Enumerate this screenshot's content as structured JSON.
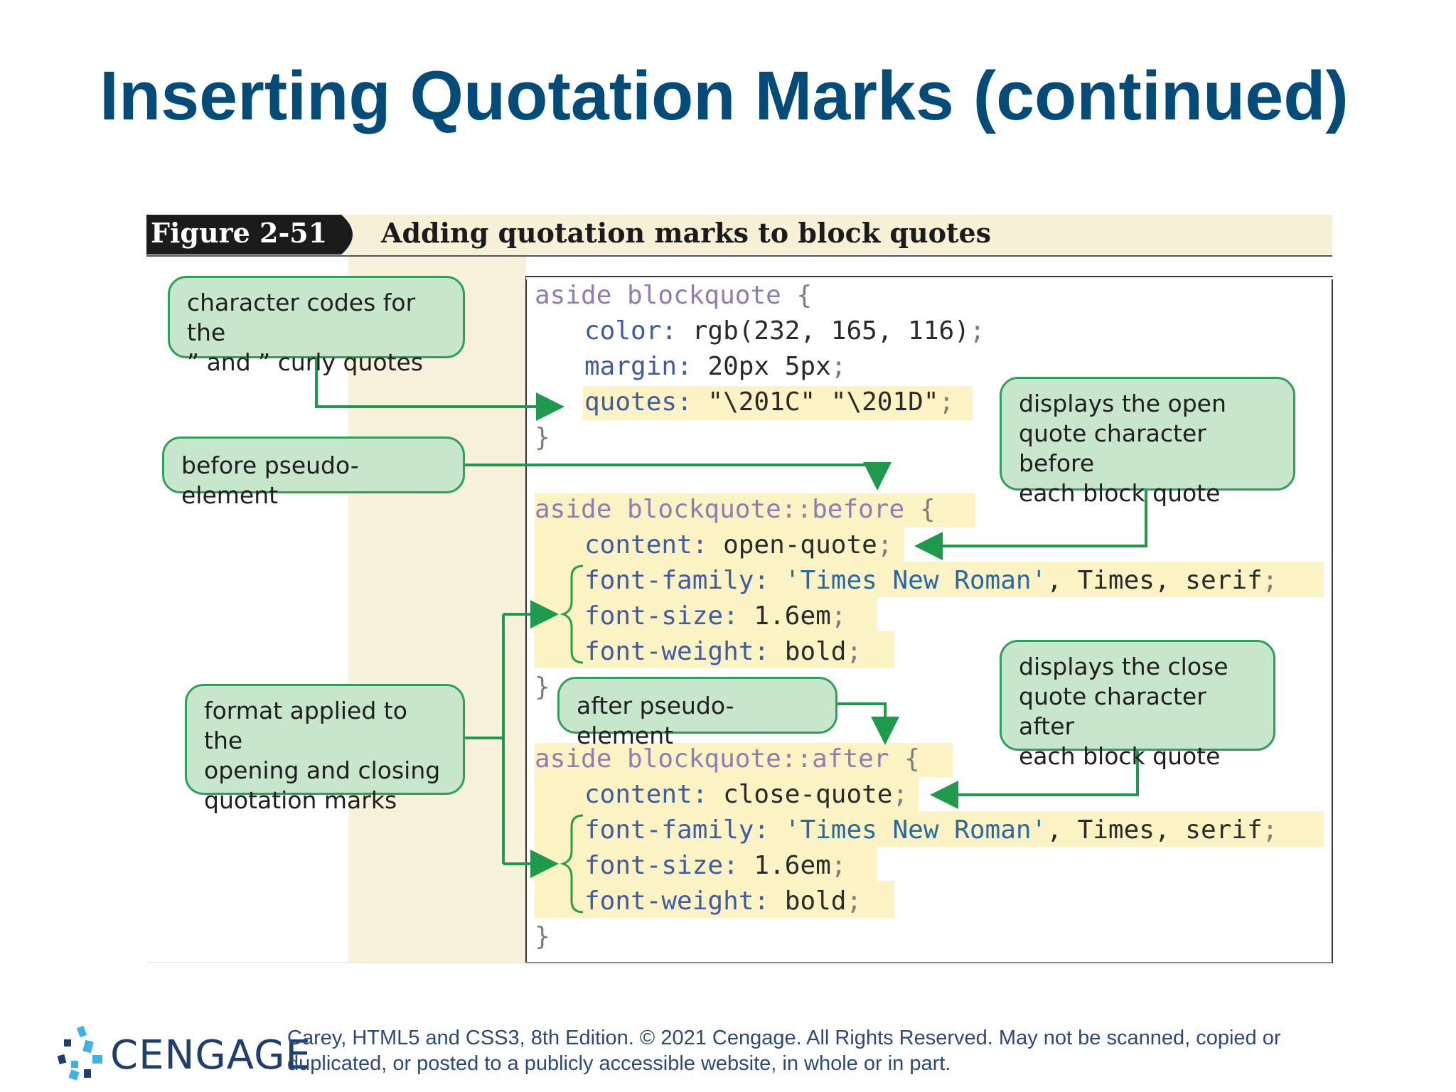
{
  "title": "Inserting Quotation Marks (continued)",
  "figure": {
    "number": "Figure 2-51",
    "caption": "Adding quotation marks to block quotes"
  },
  "code": {
    "rule1": {
      "selector": "aside blockquote",
      "open_brace": "{",
      "color_prop": "color:",
      "color_val": " rgb(232, 165, 116)",
      "color_semi": ";",
      "margin_prop": "margin:",
      "margin_val": " 20px 5px",
      "margin_semi": ";",
      "quotes_prop": "quotes:",
      "quotes_val": " \"\\201C\" \"\\201D\"",
      "quotes_semi": ";",
      "close_brace": "}"
    },
    "rule2": {
      "selector": "aside blockquote::before",
      "open_brace": "{",
      "content_prop": "content:",
      "content_val": " open-quote",
      "content_semi": ";",
      "family_prop": "font-family:",
      "family_str": " 'Times New Roman'",
      "family_rest": ", Times, serif",
      "family_semi": ";",
      "size_prop": "font-size:",
      "size_val": " 1.6em",
      "size_semi": ";",
      "weight_prop": "font-weight:",
      "weight_val": " bold",
      "weight_semi": ";",
      "close_brace": "}"
    },
    "rule3": {
      "selector": "aside blockquote::after",
      "open_brace": "{",
      "content_prop": "content:",
      "content_val": " close-quote",
      "content_semi": ";",
      "family_prop": "font-family:",
      "family_str": " 'Times New Roman'",
      "family_rest": ", Times, serif",
      "family_semi": ";",
      "size_prop": "font-size:",
      "size_val": " 1.6em",
      "size_semi": ";",
      "weight_prop": "font-weight:",
      "weight_val": " bold",
      "weight_semi": ";",
      "close_brace": "}"
    }
  },
  "callouts": {
    "char_codes": "character codes for the\n” and ” curly quotes",
    "before_pseudo": "before pseudo-element",
    "format_applied": "format applied to the\nopening and closing\nquotation marks",
    "open_quote": "displays the open\nquote character before\neach block quote",
    "after_pseudo": "after pseudo-element",
    "close_quote": "displays the close\nquote character after\neach block quote"
  },
  "footer": {
    "logo": "CENGAGE",
    "copyright": "Carey, HTML5 and CSS3, 8th Edition. © 2021 Cengage. All Rights Reserved. May not be scanned, copied or\nduplicated, or posted to a publicly accessible website, in whole or in part."
  },
  "colors": {
    "title": "#034c7a",
    "callout_fill": "#c8e6cc",
    "callout_border": "#2fa05a",
    "arrow": "#1f9a4c",
    "highlight": "#fbf3c4",
    "figure_bg": "#faf6e4"
  }
}
